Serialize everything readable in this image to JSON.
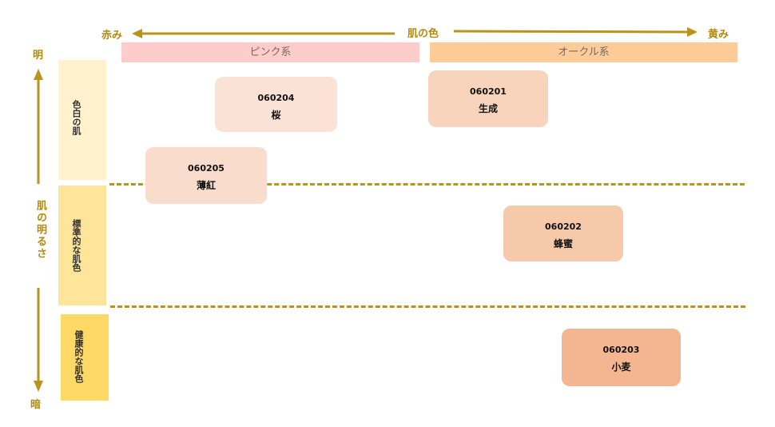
{
  "axes": {
    "x_title": "肌の色",
    "x_left": "赤み",
    "x_right": "黄み",
    "y_title": "肌の明るさ",
    "y_top": "明",
    "y_bottom": "暗"
  },
  "bands": {
    "pink": "ピンク系",
    "ochre": "オークル系"
  },
  "rows": [
    {
      "label": "色白の肌",
      "color": "#fff2cc"
    },
    {
      "label": "標準的な肌色",
      "color": "#ffe599"
    },
    {
      "label": "健康的な肌色",
      "color": "#ffd966"
    }
  ],
  "cards": [
    {
      "code": "060204",
      "name": "桜",
      "color": "#fae3d6"
    },
    {
      "code": "060201",
      "name": "生成",
      "color": "#f8d4bd"
    },
    {
      "code": "060205",
      "name": "薄紅",
      "color": "#f9dccb"
    },
    {
      "code": "060202",
      "name": "蜂蜜",
      "color": "#f7c9ab"
    },
    {
      "code": "060203",
      "name": "小麦",
      "color": "#f4b690"
    }
  ],
  "colors": {
    "axis": "#b8941a",
    "pink_band": "#ffcccc",
    "ochre_band": "#ffcc99"
  }
}
